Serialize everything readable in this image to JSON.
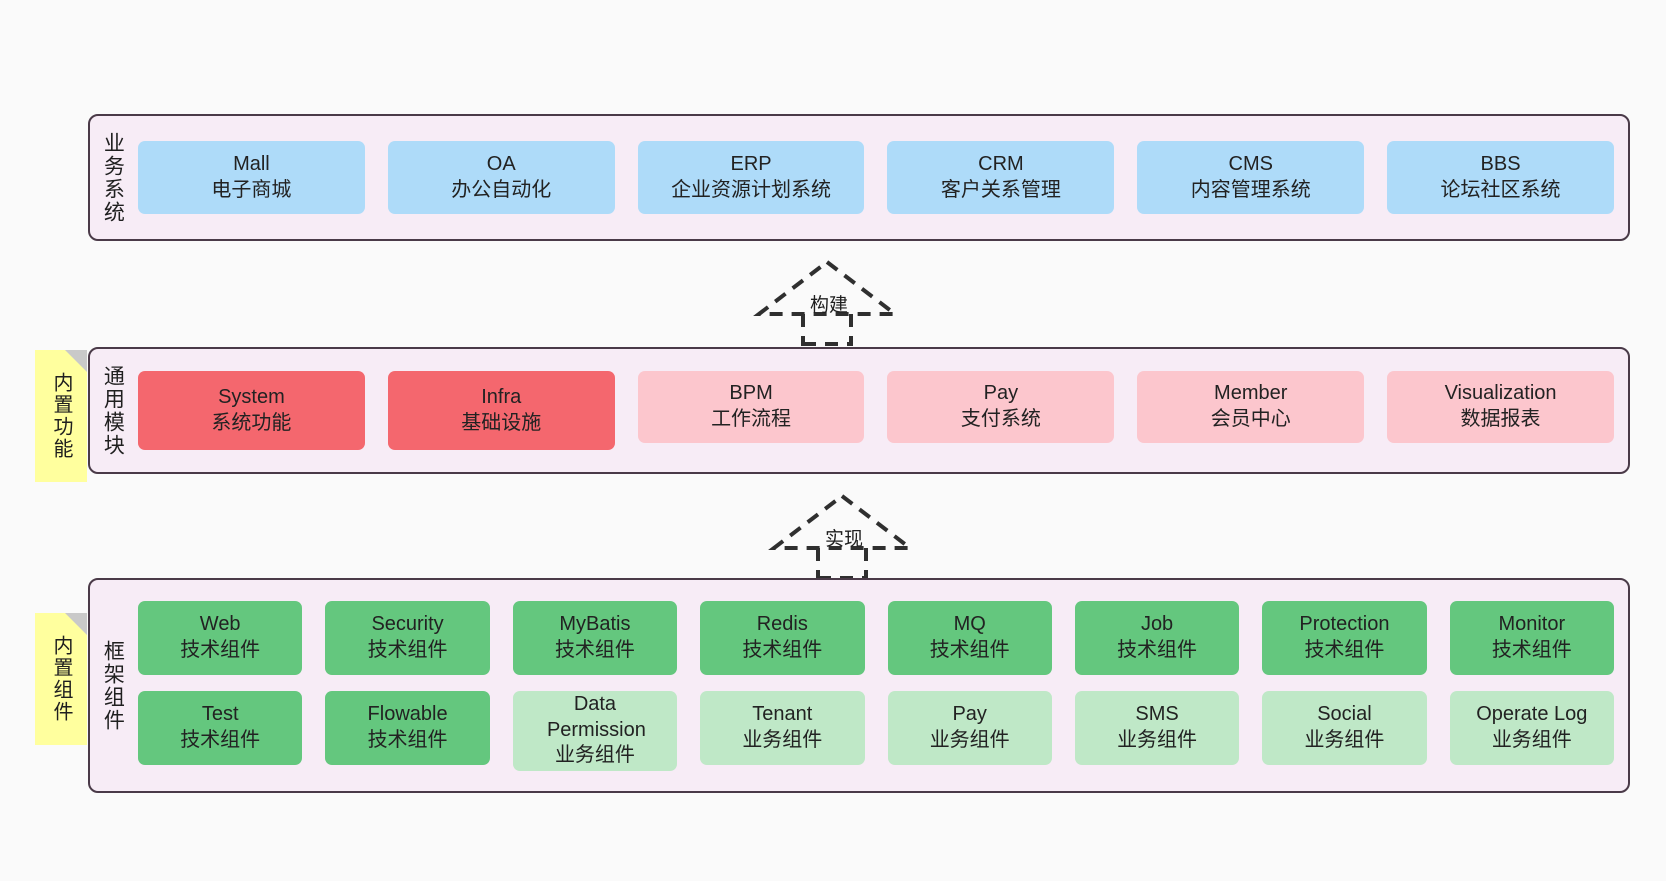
{
  "diagram": {
    "layers": [
      {
        "id": "business",
        "title": "业务系统",
        "rows": [
          {
            "cards": [
              {
                "name": "Mall",
                "desc": "电子商城",
                "color": "blue"
              },
              {
                "name": "OA",
                "desc": "办公自动化",
                "color": "blue"
              },
              {
                "name": "ERP",
                "desc": "企业资源计划系统",
                "color": "blue"
              },
              {
                "name": "CRM",
                "desc": "客户关系管理",
                "color": "blue"
              },
              {
                "name": "CMS",
                "desc": "内容管理系统",
                "color": "blue"
              },
              {
                "name": "BBS",
                "desc": "论坛社区系统",
                "color": "blue"
              }
            ]
          }
        ]
      },
      {
        "id": "common",
        "title": "通用模块",
        "note": "内置功能",
        "rows": [
          {
            "cards": [
              {
                "name": "System",
                "desc": "系统功能",
                "color": "red"
              },
              {
                "name": "Infra",
                "desc": "基础设施",
                "color": "red"
              },
              {
                "name": "BPM",
                "desc": "工作流程",
                "color": "pink"
              },
              {
                "name": "Pay",
                "desc": "支付系统",
                "color": "pink"
              },
              {
                "name": "Member",
                "desc": "会员中心",
                "color": "pink"
              },
              {
                "name": "Visualization",
                "desc": "数据报表",
                "color": "pink"
              }
            ]
          }
        ]
      },
      {
        "id": "framework",
        "title": "框架组件",
        "note": "内置组件",
        "rows": [
          {
            "cards": [
              {
                "name": "Web",
                "desc": "技术组件",
                "color": "green"
              },
              {
                "name": "Security",
                "desc": "技术组件",
                "color": "green"
              },
              {
                "name": "MyBatis",
                "desc": "技术组件",
                "color": "green"
              },
              {
                "name": "Redis",
                "desc": "技术组件",
                "color": "green"
              },
              {
                "name": "MQ",
                "desc": "技术组件",
                "color": "green"
              },
              {
                "name": "Job",
                "desc": "技术组件",
                "color": "green"
              },
              {
                "name": "Protection",
                "desc": "技术组件",
                "color": "green"
              },
              {
                "name": "Monitor",
                "desc": "技术组件",
                "color": "green"
              }
            ]
          },
          {
            "cards": [
              {
                "name": "Test",
                "desc": "技术组件",
                "color": "green"
              },
              {
                "name": "Flowable",
                "desc": "技术组件",
                "color": "green"
              },
              {
                "name": "Data Permission",
                "desc": "业务组件",
                "color": "lgreen"
              },
              {
                "name": "Tenant",
                "desc": "业务组件",
                "color": "lgreen"
              },
              {
                "name": "Pay",
                "desc": "业务组件",
                "color": "lgreen"
              },
              {
                "name": "SMS",
                "desc": "业务组件",
                "color": "lgreen"
              },
              {
                "name": "Social",
                "desc": "业务组件",
                "color": "lgreen"
              },
              {
                "name": "Operate Log",
                "desc": "业务组件",
                "color": "lgreen"
              }
            ]
          }
        ]
      }
    ],
    "connectors": [
      {
        "id": "build",
        "label": "构建"
      },
      {
        "id": "implement",
        "label": "实现"
      }
    ],
    "colors": {
      "layer_background": "#f7ecf6",
      "layer_border": "#4a3a48",
      "blue": "#aedbf9",
      "red": "#f4676e",
      "pink": "#fcc6cd",
      "green": "#64c77e",
      "light_green": "#bfe8c7",
      "note": "#ffff9e",
      "canvas": "#fafafa"
    }
  }
}
